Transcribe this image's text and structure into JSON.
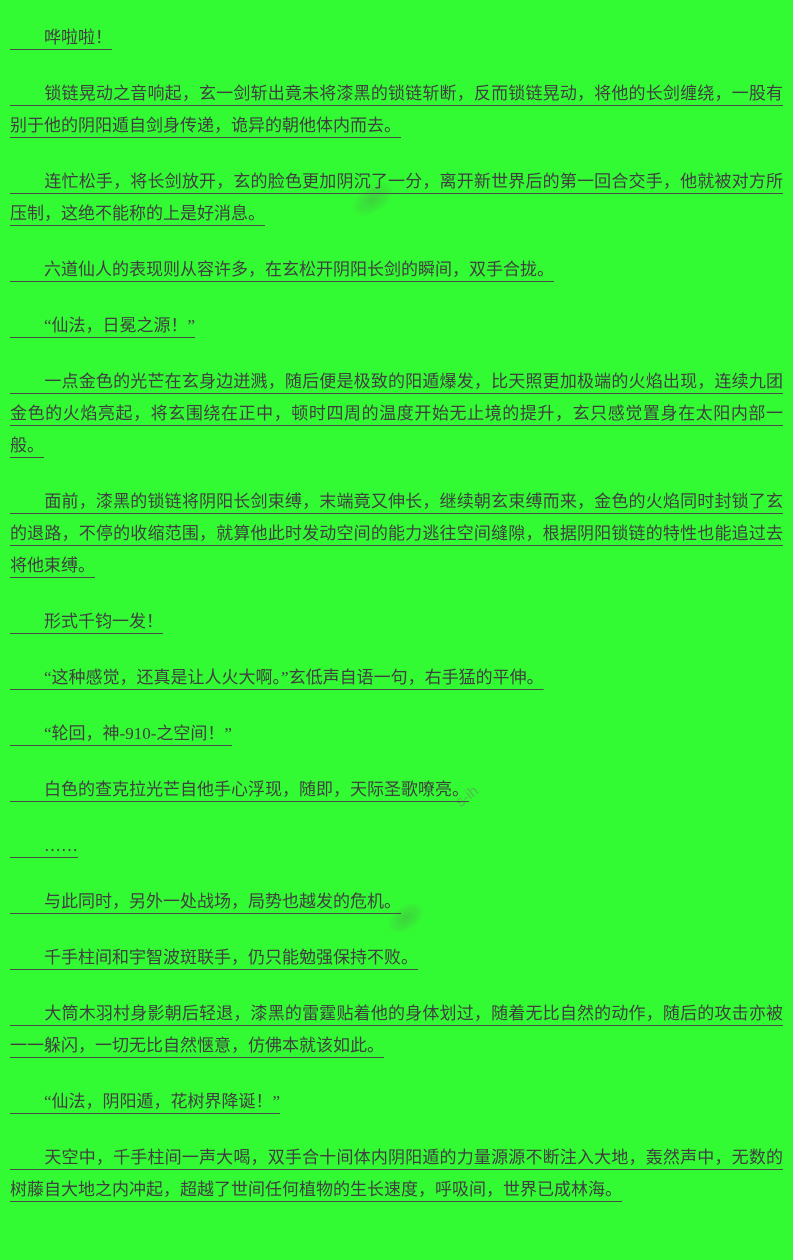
{
  "page": {
    "background_color": "#33fb33",
    "text_color": "#3f3f3f"
  },
  "watermarks": {
    "mark1": "s-ih"
  },
  "document": {
    "paragraphs": [
      "　　哗啦啦！",
      "　　锁链晃动之音响起，玄一剑斩出竟未将漆黑的锁链斩断，反而锁链晃动，将他的长剑缠绕，一股有别于他的阴阳遁自剑身传递，诡异的朝他体内而去。",
      "　　连忙松手，将长剑放开，玄的脸色更加阴沉了一分，离开新世界后的第一回合交手，他就被对方所压制，这绝不能称的上是好消息。",
      "　　六道仙人的表现则从容许多，在玄松开阴阳长剑的瞬间，双手合拢。",
      "　　“仙法，日冕之源！”",
      "　　一点金色的光芒在玄身边迸溅，随后便是极致的阳遁爆发，比天照更加极端的火焰出现，连续九团金色的火焰亮起，将玄围绕在正中，顿时四周的温度开始无止境的提升，玄只感觉置身在太阳内部一般。",
      "　　面前，漆黑的锁链将阴阳长剑束缚，末端竟又伸长，继续朝玄束缚而来，金色的火焰同时封锁了玄的退路，不停的收缩范围，就算他此时发动空间的能力逃往空间缝隙，根据阴阳锁链的特性也能追过去将他束缚。",
      "　　形式千钧一发！",
      "　　“这种感觉，还真是让人火大啊。”玄低声自语一句，右手猛的平伸。",
      "　　“轮回，神-910-之空间！”",
      "　　白色的查克拉光芒自他手心浮现，随即，天际圣歌嘹亮。",
      "　　……",
      "　　与此同时，另外一处战场，局势也越发的危机。",
      "　　千手柱间和宇智波斑联手，仍只能勉强保持不败。",
      "　　大筒木羽村身影朝后轻退，漆黑的雷霆贴着他的身体划过，随着无比自然的动作，随后的攻击亦被一一躲闪，一切无比自然惬意，仿佛本就该如此。",
      "　　“仙法，阴阳遁，花树界降诞！”",
      "　　天空中，千手柱间一声大喝，双手合十间体内阴阳遁的力量源源不断注入大地，轰然声中，无数的树藤自大地之内冲起，超越了世间任何植物的生长速度，呼吸间，世界已成林海。"
    ]
  }
}
